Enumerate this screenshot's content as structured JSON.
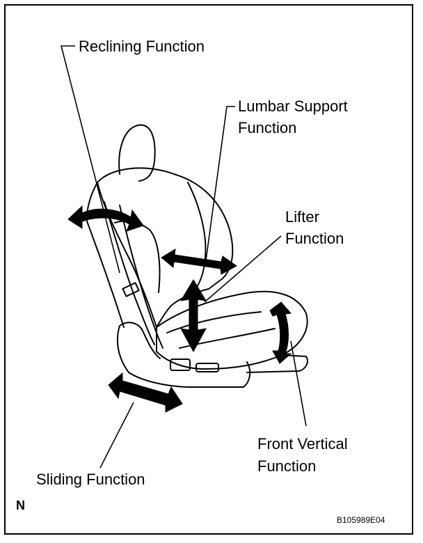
{
  "labels": {
    "reclining": "Reclining Function",
    "lumbar_1": "Lumbar Support",
    "lumbar_2": "Function",
    "lifter_1": "Lifter",
    "lifter_2": "Function",
    "front_vertical_1": "Front Vertical",
    "front_vertical_2": "Function",
    "sliding": "Sliding Function"
  },
  "corner_mark": "N",
  "figure_code": "B105989E04",
  "icons": [
    "seat-drawing",
    "reclining-arrow-icon",
    "lumbar-arrow-icon",
    "lifter-arrow-icon",
    "front-vertical-arrow-icon",
    "sliding-arrow-icon"
  ]
}
